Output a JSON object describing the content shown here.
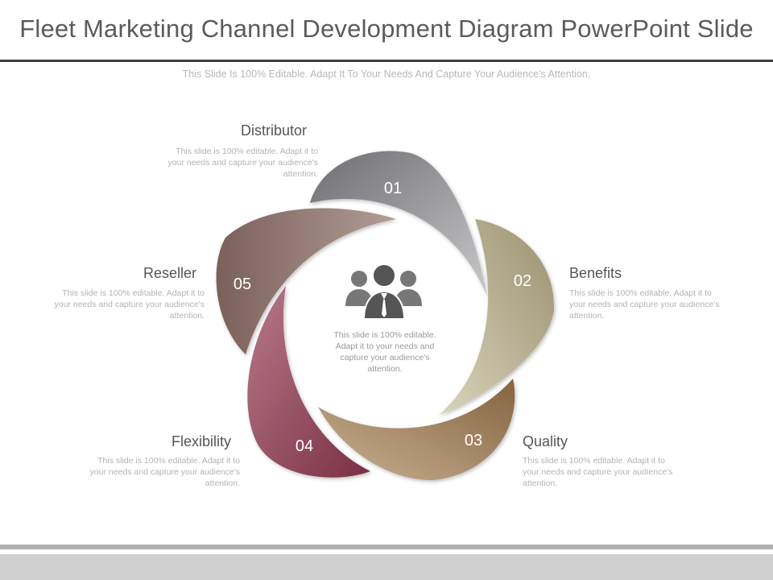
{
  "slide": {
    "title": "Fleet Marketing Channel Development Diagram PowerPoint Slide",
    "subtitle": "This Slide Is 100% Editable. Adapt It To Your Needs And Capture Your Audience's Attention.",
    "center_text": "This slide is 100% editable. Adapt it to your needs and capture your audience's attention.",
    "center_icon": "people-group-icon"
  },
  "segments": [
    {
      "number": "01",
      "heading": "Distributor",
      "desc": "This slide is 100% editable. Adapt it to your needs and capture your audience's attention.",
      "color": "#8a8a8e"
    },
    {
      "number": "02",
      "heading": "Benefits",
      "desc": "This slide is 100% editable. Adapt it to your needs and capture your audience's attention.",
      "color": "#b1a882"
    },
    {
      "number": "03",
      "heading": "Quality",
      "desc": "This slide is 100% editable. Adapt it to your needs and capture your audience's attention.",
      "color": "#a28562"
    },
    {
      "number": "04",
      "heading": "Flexibility",
      "desc": "This slide is 100% editable. Adapt it to your needs and capture your audience's attention.",
      "color": "#95475c"
    },
    {
      "number": "05",
      "heading": "Reseller",
      "desc": "This slide is 100% editable. Adapt it to your needs and capture your audience's attention.",
      "color": "#8e7570"
    }
  ]
}
